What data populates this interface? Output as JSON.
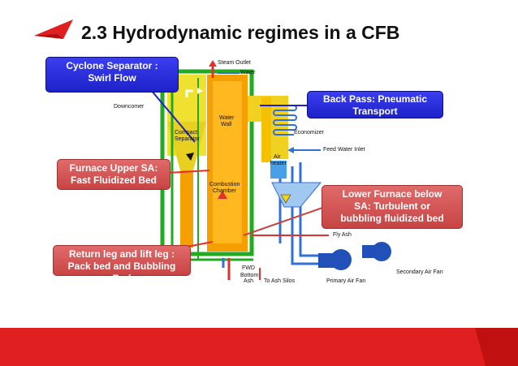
{
  "slide": {
    "title": "2.3 Hydrodynamic regimes in a CFB"
  },
  "diagram_labels": {
    "steam_outlet": "Steam Outlet",
    "water": "Water",
    "downcomer": "Downcomer",
    "compact_separator_1": "Compact",
    "compact_separator_2": "Separator",
    "water_wall_1": "Water",
    "water_wall_2": "Wall",
    "economizer": "Economizer",
    "feed_water_inlet": "Feed Water Inlet",
    "air_heater_1": "Air",
    "air_heater_2": "heater",
    "combustion_chamber_1": "Combustion",
    "combustion_chamber_2": "Chamber",
    "fly_ash": "Fly Ash",
    "secondary_air_fan": "Secondary Air Fan",
    "primary_air_fan": "Primary Air Fan",
    "fwd": "FWD",
    "bottom_ash_1": "Bottom",
    "bottom_ash_2": "Ash",
    "to_ash_silos": "To Ash Silos"
  },
  "callouts": {
    "cyclone": "Cyclone Separator : Swirl Flow",
    "back_pass": "Back Pass: Pneumatic Transport",
    "furnace_upper": "Furnace Upper SA: Fast Fluidized Bed",
    "lower_furnace": "Lower Furnace below SA: Turbulent or bubbling fluidized bed",
    "return_leg": "Return leg and lift leg : Pack bed and Bubbling Bed"
  },
  "colors": {
    "brand_red": "#e02020",
    "callout_blue": "#2a2ee0",
    "callout_red": "#d45656",
    "furnace_orange": "#f5a000",
    "backpass_yellow": "#f0d020",
    "water_green": "#22aa22",
    "air_blue": "#3070d8"
  }
}
